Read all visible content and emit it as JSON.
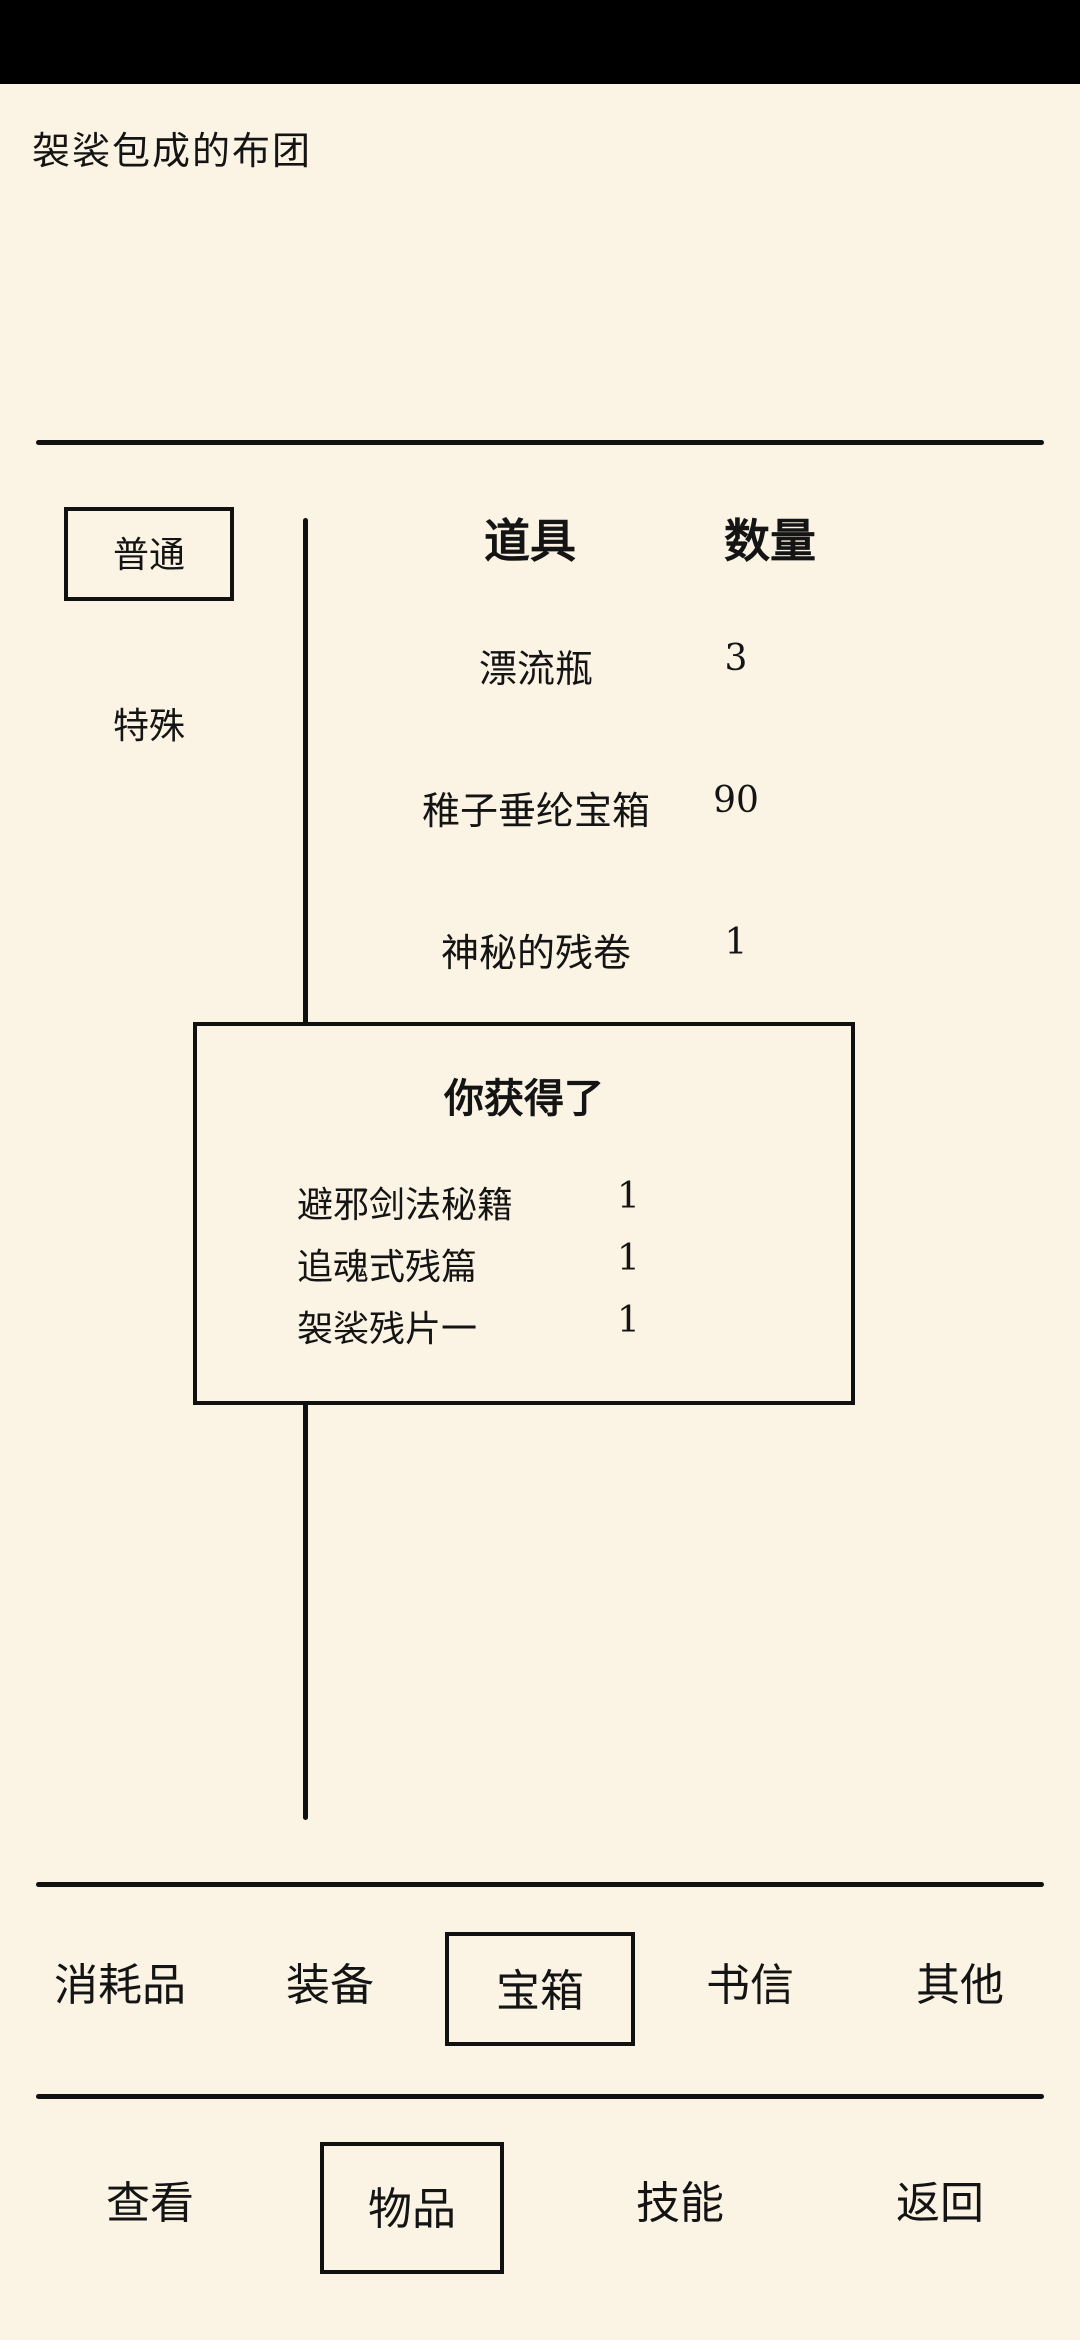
{
  "message": "袈裟包成的布团",
  "side_tabs": [
    "普通",
    "特殊"
  ],
  "table": {
    "headers": [
      "道具",
      "数量"
    ],
    "rows": [
      {
        "name": "漂流瓶",
        "qty": "3"
      },
      {
        "name": "稚子垂纶宝箱",
        "qty": "90"
      },
      {
        "name": "神秘的残卷",
        "qty": "1"
      }
    ]
  },
  "popup": {
    "title": "你获得了",
    "items": [
      {
        "name": "避邪剑法秘籍",
        "qty": "1"
      },
      {
        "name": "追魂式残篇",
        "qty": "1"
      },
      {
        "name": "袈裟残片一",
        "qty": "1"
      }
    ]
  },
  "category_tabs": [
    "消耗品",
    "装备",
    "宝箱",
    "书信",
    "其他"
  ],
  "active_category": "宝箱",
  "bottom_nav": [
    "查看",
    "物品",
    "技能",
    "返回"
  ],
  "active_nav": "物品"
}
